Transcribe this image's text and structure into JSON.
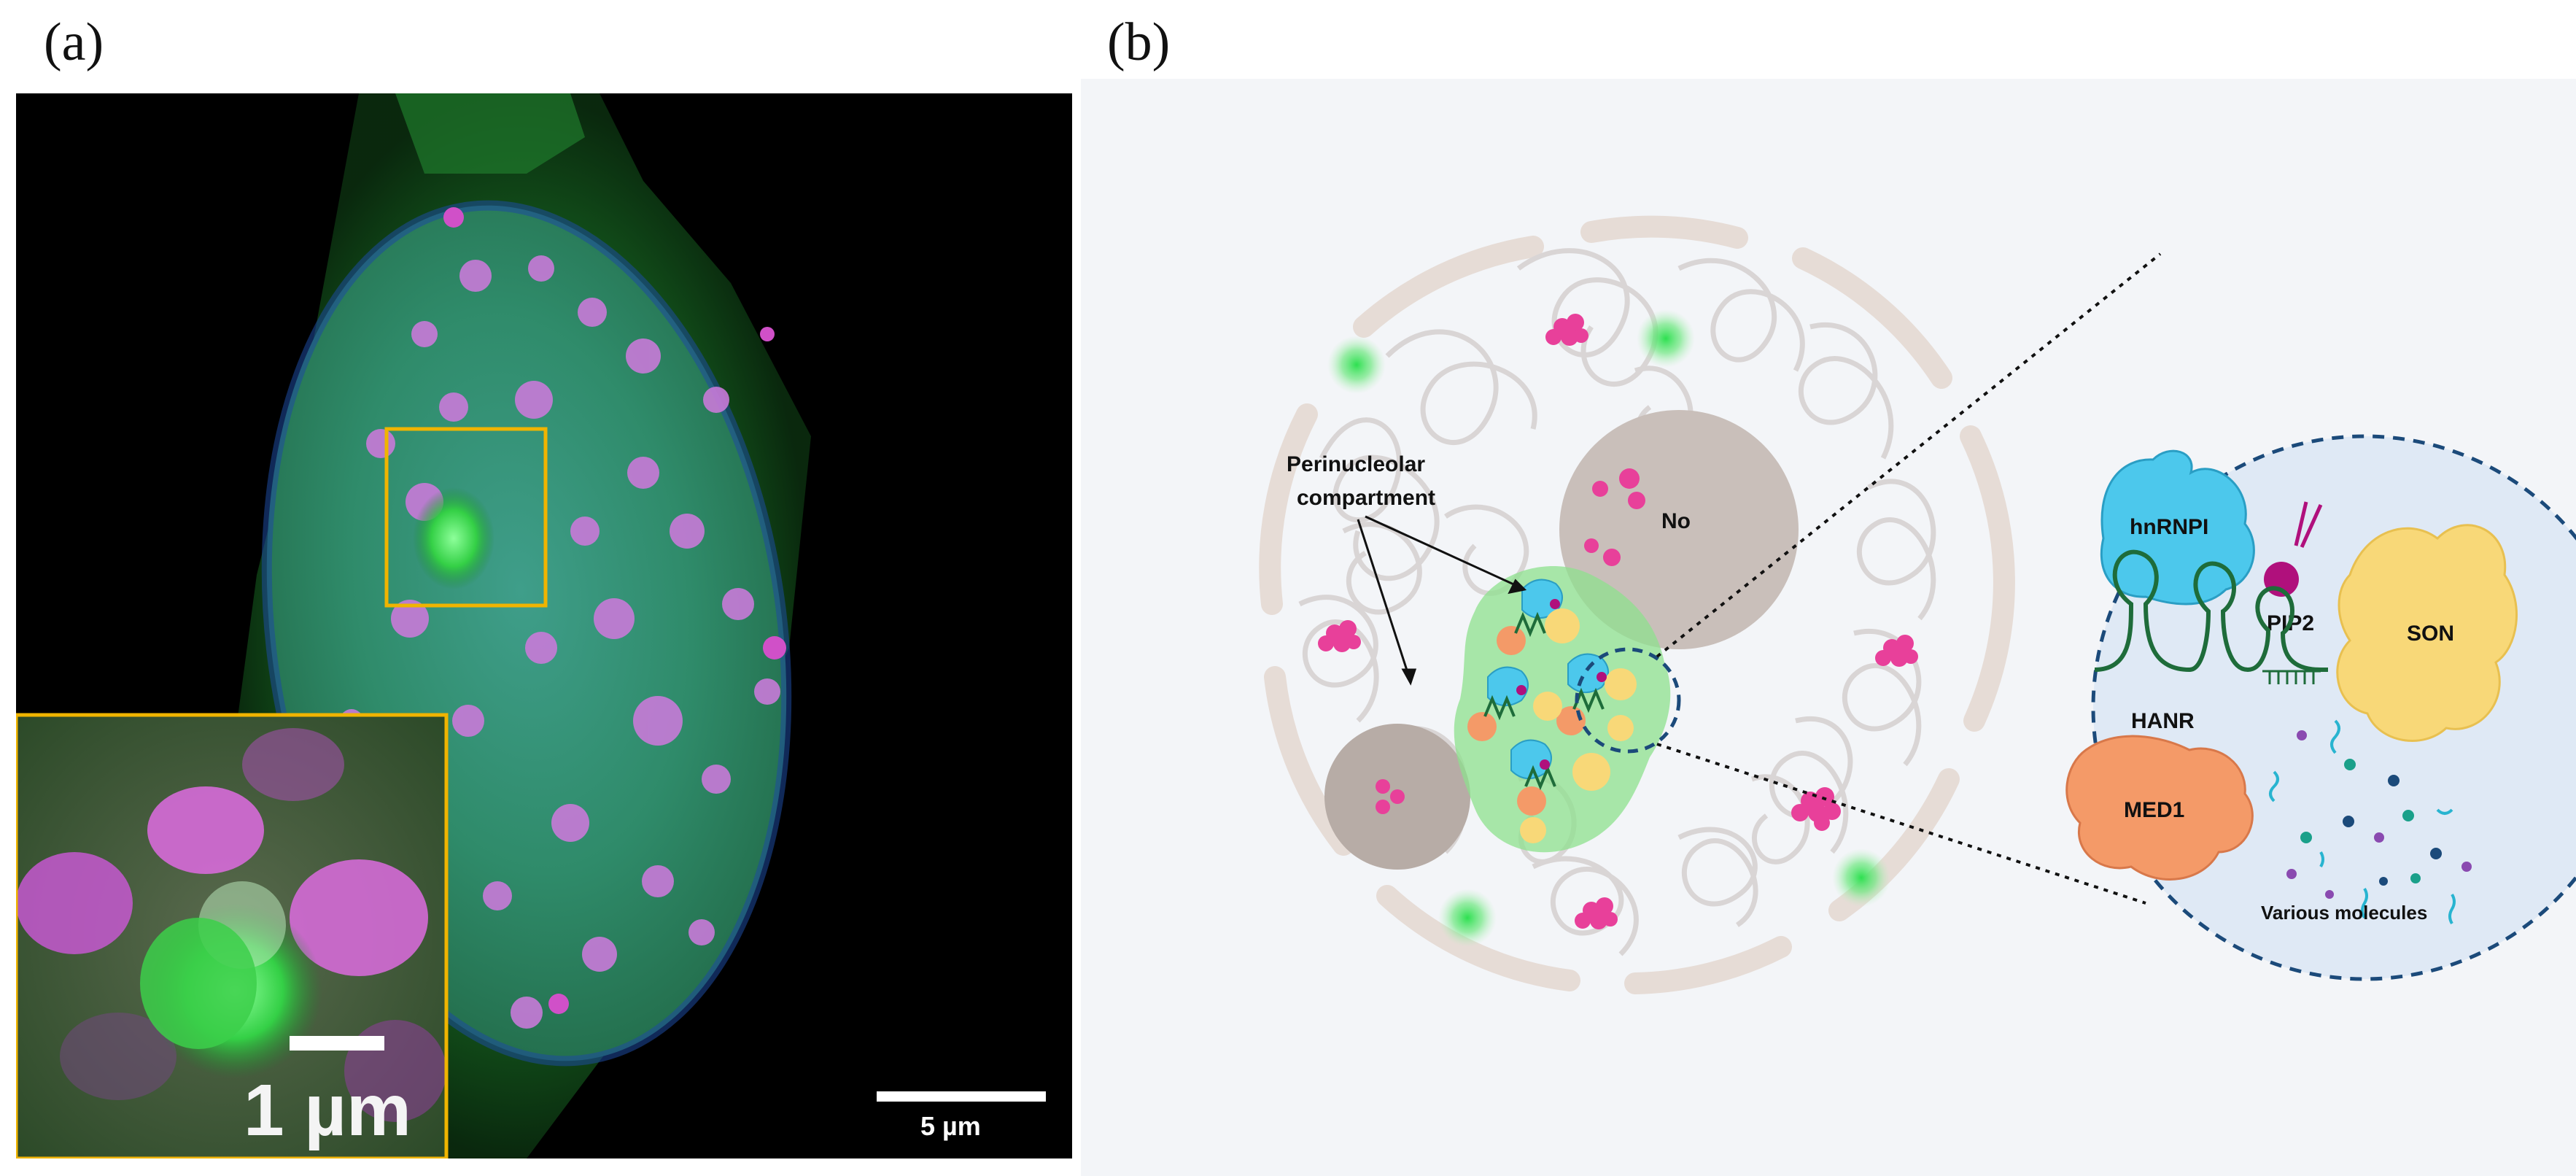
{
  "panel_a": {
    "letter": "(a)",
    "scale_bar_main": "5 µm",
    "scale_bar_inset": "1 µm",
    "colors": {
      "green": "#22c832",
      "magenta": "#d040c0",
      "blue": "#2a60c0",
      "box": "#f0b400"
    }
  },
  "panel_b": {
    "letter": "(b)",
    "labels": {
      "perinucleolar": "Perinucleolar",
      "compartment": "compartment",
      "nucleolus": "No",
      "hnrnpi": "hnRNPI",
      "pip2": "PIP2",
      "hanr": "HANR",
      "son": "SON",
      "med1": "MED1",
      "various": "Various molecules"
    },
    "colors": {
      "hnrnpi": "#4cc8ec",
      "son": "#f8d878",
      "med1": "#f49a68",
      "hanr": "#1e6c3a",
      "pip2": "#b0107c",
      "condensate": "#8de08d",
      "nucleolus": "#c9bfba",
      "speckle": "#e8409a",
      "chromatin": "#d9d5d5"
    }
  }
}
